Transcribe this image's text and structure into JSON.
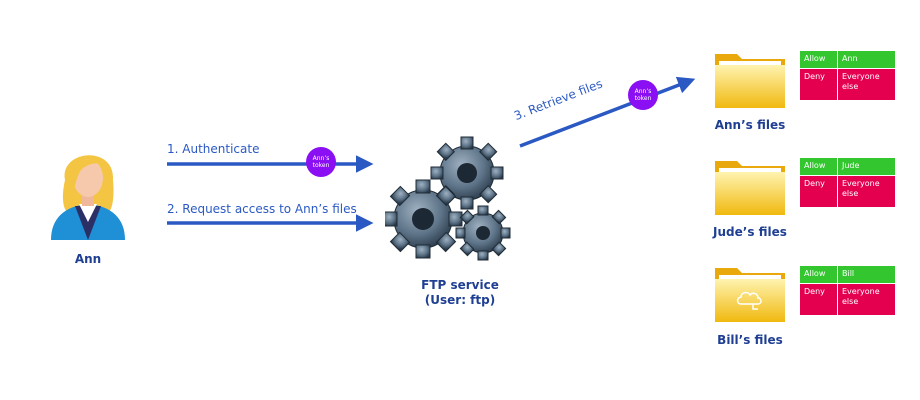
{
  "user": {
    "name": "Ann"
  },
  "steps": [
    {
      "label": "1.  Authenticate"
    },
    {
      "label": "2. Request access to Ann’s files"
    },
    {
      "label": "3. Retrieve files"
    }
  ],
  "token": {
    "line1": "Ann’s",
    "line2": "token",
    "color": "#8a0ff2"
  },
  "service": {
    "title": "FTP service",
    "subtitle": "(User: ftp)"
  },
  "folders": [
    {
      "name": "Ann’s files",
      "acl": {
        "allow_label": "Allow",
        "allow_who": "Ann",
        "deny_label": "Deny",
        "deny_who": "Everyone else"
      }
    },
    {
      "name": "Jude’s files",
      "acl": {
        "allow_label": "Allow",
        "allow_who": "Jude",
        "deny_label": "Deny",
        "deny_who": "Everyone else"
      }
    },
    {
      "name": "Bill’s files",
      "acl": {
        "allow_label": "Allow",
        "allow_who": "Bill",
        "deny_label": "Deny",
        "deny_who": "Everyone else"
      }
    }
  ],
  "colors": {
    "arrow": "#2b59c3",
    "allow": "#33c62f",
    "deny": "#e5004f",
    "folder": "#f2c21b",
    "caption": "#1f3f93"
  }
}
